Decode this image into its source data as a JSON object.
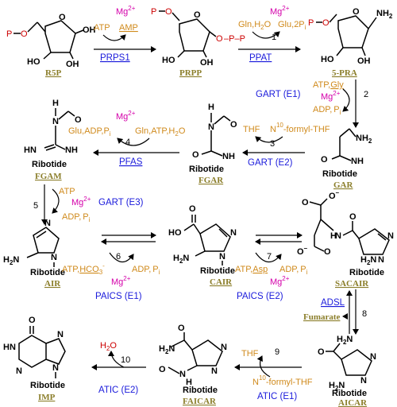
{
  "colors": {
    "phosphate": "#cc0000",
    "cofactor": "#d08a1c",
    "magnesium": "#d400aa",
    "enzyme": "#1a1adb",
    "compound_name": "#8b7e2a"
  },
  "labels": {
    "P": "P",
    "O": "O",
    "OH": "OH",
    "HO": "HO",
    "NH2": "NH",
    "NH2_sub": "2",
    "H2N": "H",
    "H2N_sub": "2",
    "N_letter": "N",
    "HN": "HN",
    "NH": "NH",
    "H": "H",
    "ribotide": "Ribotide",
    "mg": "Mg",
    "mg_sup": "2+",
    "pi": "P",
    "pi_sub": "i",
    "adp": "ADP",
    "atp": "ATP",
    "amp": "AMP",
    "h2o_h": "H",
    "h2o_sub": "2",
    "h2o_o": "O",
    "gln": "Gln",
    "glu": "Glu",
    "gly": "Gly",
    "asp": "Asp",
    "thf": "THF",
    "formyl_thf": "N",
    "formyl_thf_sup": "10",
    "formyl_thf_rest": "-formyl-THF",
    "hco3": "HCO",
    "hco3_sub": "3",
    "hco3_sup": "-",
    "fumarate": "Fumarate",
    "two_pi": "2P",
    "comma": ",",
    "minus": "–",
    "ho_cair": "HO"
  },
  "compounds": {
    "r5p": "R5P",
    "prpp": "PRPP",
    "pra": "5-PRA",
    "gar": "GAR",
    "fgar": "FGAR",
    "fgam": "FGAM",
    "air": "AIR",
    "cair": "CAIR",
    "sacair": "SACAIR",
    "aicar": "AICAR",
    "faicar": "FAICAR",
    "imp": "IMP"
  },
  "enzymes": {
    "prps1": "PRPS1",
    "ppat": "PPAT",
    "gart_e1": "GART (E1)",
    "gart_e2": "GART (E2)",
    "pfas": "PFAS",
    "gart_e3": "GART (E3)",
    "paics_e1": "PAICS (E1)",
    "paics_e2": "PAICS (E2)",
    "adsl": "ADSL",
    "atic_e1": "ATIC (E1)",
    "atic_e2": "ATIC (E2)"
  },
  "steps": [
    "1",
    "2",
    "3",
    "4",
    "5",
    "6",
    "7",
    "8",
    "9",
    "10"
  ]
}
